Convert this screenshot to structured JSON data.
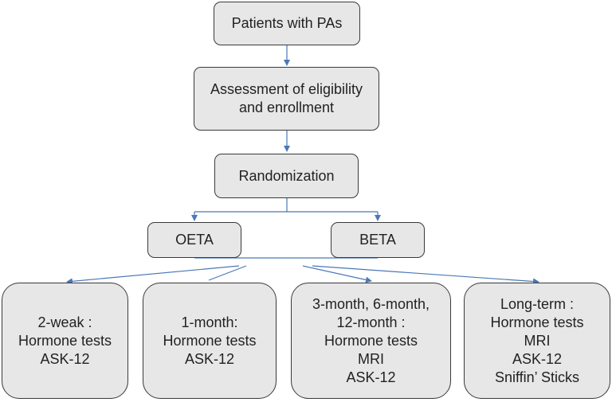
{
  "nodes": {
    "patients": {
      "lines": [
        "Patients with PAs"
      ]
    },
    "assessment": {
      "lines": [
        "Assessment of eligibility",
        "and enrollment"
      ]
    },
    "randomization": {
      "lines": [
        "Randomization"
      ]
    },
    "oeta": {
      "lines": [
        "OETA"
      ]
    },
    "beta": {
      "lines": [
        "BETA"
      ]
    },
    "week2": {
      "lines": [
        "2-weak :",
        "Hormone tests",
        "ASK-12"
      ]
    },
    "month1": {
      "lines": [
        "1-month:",
        "Hormone tests",
        "ASK-12"
      ]
    },
    "month3_12": {
      "lines": [
        "3-month, 6-month,",
        "12-month :",
        "Hormone tests",
        "MRI",
        "ASK-12"
      ]
    },
    "longterm": {
      "lines": [
        "Long-term :",
        "Hormone tests",
        "MRI",
        "ASK-12",
        "Sniffin’ Sticks"
      ]
    }
  },
  "colors": {
    "box_fill": "#e8e7e8",
    "box_border": "#3a3a3a",
    "arrow": "#4a78b8"
  }
}
